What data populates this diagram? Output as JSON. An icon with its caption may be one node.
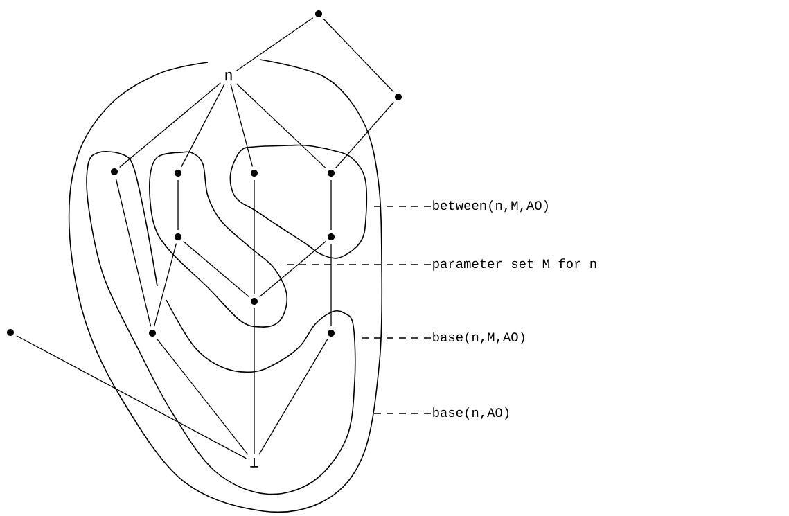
{
  "diagram": {
    "nodes": [
      {
        "text": [],
        "shape": "circle"
      },
      {
        "text": [
          "n"
        ]
      },
      {
        "text": [],
        "shape": "circle"
      },
      {
        "text": [],
        "shape": "circle"
      },
      {
        "text": [],
        "shape": "circle"
      },
      {
        "text": [],
        "shape": "circle"
      },
      {
        "text": [],
        "shape": "circle"
      },
      {
        "text": [],
        "shape": "circle"
      },
      {
        "text": [],
        "shape": "circle"
      },
      {
        "text": [],
        "shape": "circle"
      },
      {
        "text": [],
        "shape": "circle"
      },
      {
        "text": [],
        "shape": "circle"
      },
      {
        "text": [],
        "shape": "circle"
      },
      {
        "text": [
          "⊥"
        ]
      },
      {
        "text": [
          "between(n,M,AO)"
        ]
      },
      {
        "text": [
          "parameter set M for n"
        ]
      },
      {
        "text": [
          "base(n,M,AO)"
        ]
      },
      {
        "text": [
          "base(n,AO)"
        ]
      }
    ],
    "edges": [
      {
        "from": 0,
        "to": 1,
        "arrow": "none"
      },
      {
        "from": 0,
        "to": 2,
        "arrow": "none"
      },
      {
        "from": 2,
        "to": 6,
        "arrow": "none"
      },
      {
        "from": 1,
        "to": 3,
        "arrow": "none"
      },
      {
        "from": 1,
        "to": 4,
        "arrow": "none"
      },
      {
        "from": 1,
        "to": 5,
        "arrow": "none"
      },
      {
        "from": 1,
        "to": 6,
        "arrow": "none"
      },
      {
        "from": 4,
        "to": 7,
        "arrow": "none"
      },
      {
        "from": 6,
        "to": 8,
        "arrow": "none"
      },
      {
        "from": 5,
        "to": 9,
        "arrow": "none"
      },
      {
        "from": 7,
        "to": 9,
        "arrow": "none"
      },
      {
        "from": 8,
        "to": 9,
        "arrow": "none"
      },
      {
        "from": 7,
        "to": 11,
        "arrow": "none"
      },
      {
        "from": 3,
        "to": 11,
        "arrow": "none"
      },
      {
        "from": 8,
        "to": 12,
        "arrow": "none"
      },
      {
        "from": 9,
        "to": 13,
        "arrow": "none"
      },
      {
        "from": 11,
        "to": 13,
        "arrow": "none"
      },
      {
        "from": 12,
        "to": 13,
        "arrow": "none"
      },
      {
        "from": 10,
        "to": 13,
        "arrow": "none"
      },
      {
        "from": 14,
        "to": null,
        "arrow": "none",
        "style": "dashed"
      },
      {
        "from": 15,
        "to": null,
        "arrow": "none",
        "style": "dashed"
      },
      {
        "from": 16,
        "to": null,
        "arrow": "none",
        "style": "dashed"
      },
      {
        "from": 17,
        "to": null,
        "arrow": "none",
        "style": "dashed"
      }
    ]
  }
}
